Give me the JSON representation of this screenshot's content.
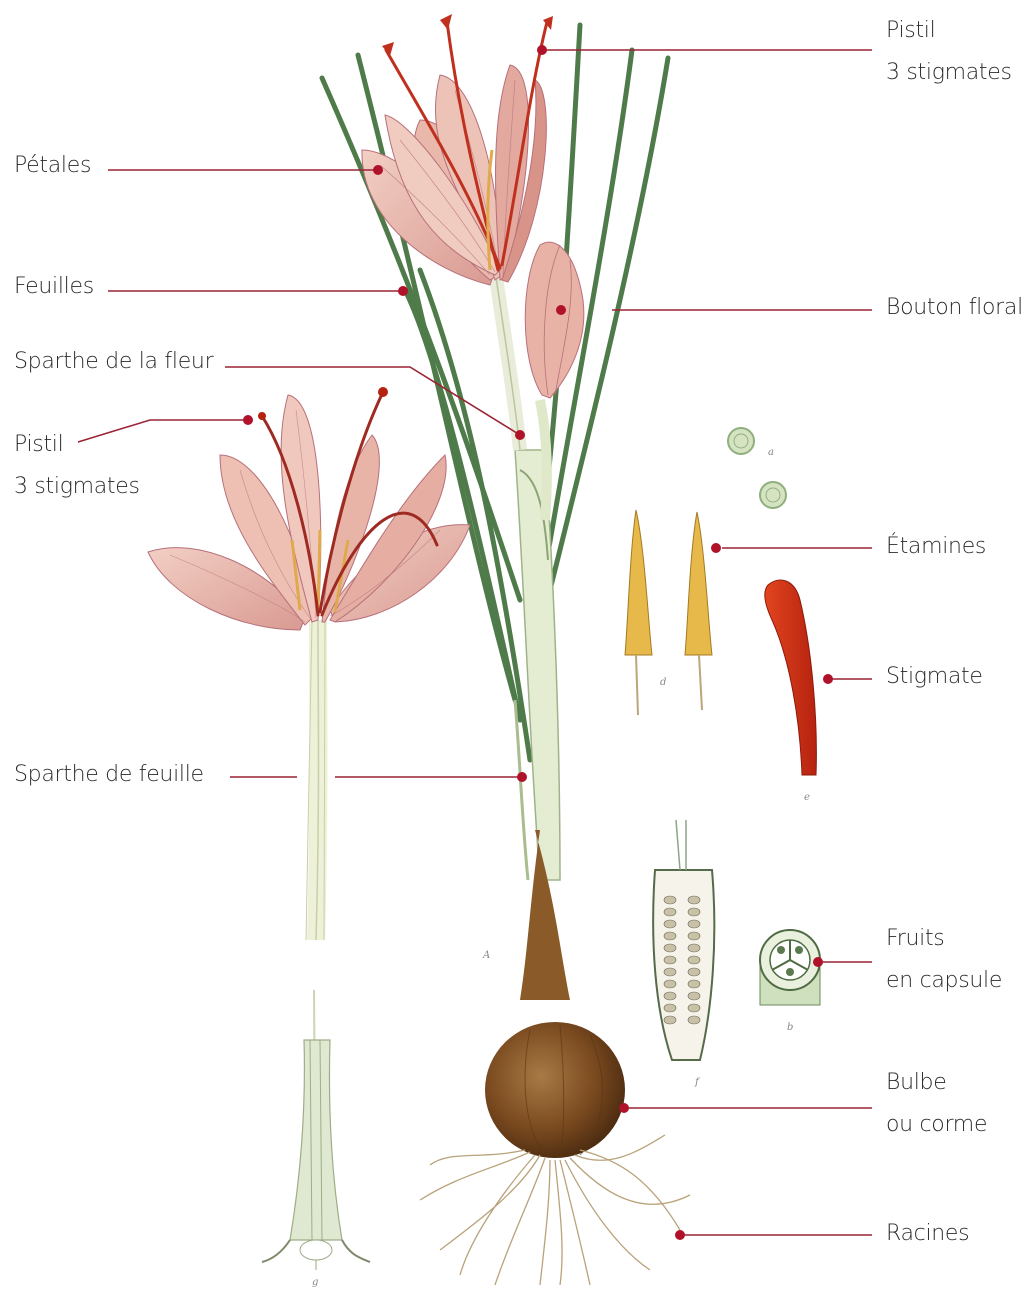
{
  "labels": {
    "pistil_top_l1": "Pistil",
    "pistil_top_l2": "3 stigmates",
    "petales": "Pétales",
    "feuilles": "Feuilles",
    "bouton_floral": "Bouton floral",
    "sparthe_fleur": "Sparthe de la fleur",
    "pistil_left_l1": "Pistil",
    "pistil_left_l2": "3 stigmates",
    "etamines": "Étamines",
    "stigmate": "Stigmate",
    "sparthe_feuille": "Sparthe de feuille",
    "fruits_l1": "Fruits",
    "fruits_l2": "en capsule",
    "bulbe_l1": "Bulbe",
    "bulbe_l2": "ou corme",
    "racines": "Racines"
  },
  "plate_letters": {
    "a": "a",
    "d": "d",
    "e": "e",
    "A": "A",
    "f": "f",
    "b": "b",
    "g": "g"
  },
  "colors": {
    "leader_line": "#9b2335",
    "dot": "#b0122a",
    "petal": "#e8b3a6",
    "petal_vein": "#b7707a",
    "stigma": "#c0301e",
    "leaf": "#4f7a4a",
    "stem": "#dfe8c9",
    "anther": "#e7b84a",
    "bulb": "#7a4a1f",
    "root": "#b9a27a"
  }
}
